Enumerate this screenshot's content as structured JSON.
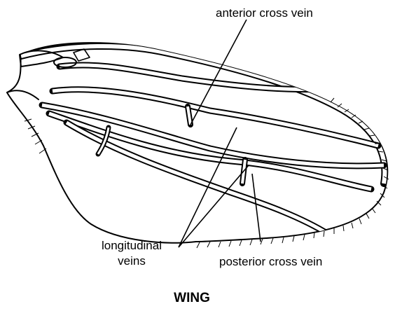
{
  "diagram": {
    "title": "WING",
    "labels": {
      "anterior_cross_vein": "anterior cross vein",
      "longitudinal_line1": "longitudinal",
      "longitudinal_line2": "veins",
      "posterior_cross_vein": "posterior cross vein"
    }
  }
}
